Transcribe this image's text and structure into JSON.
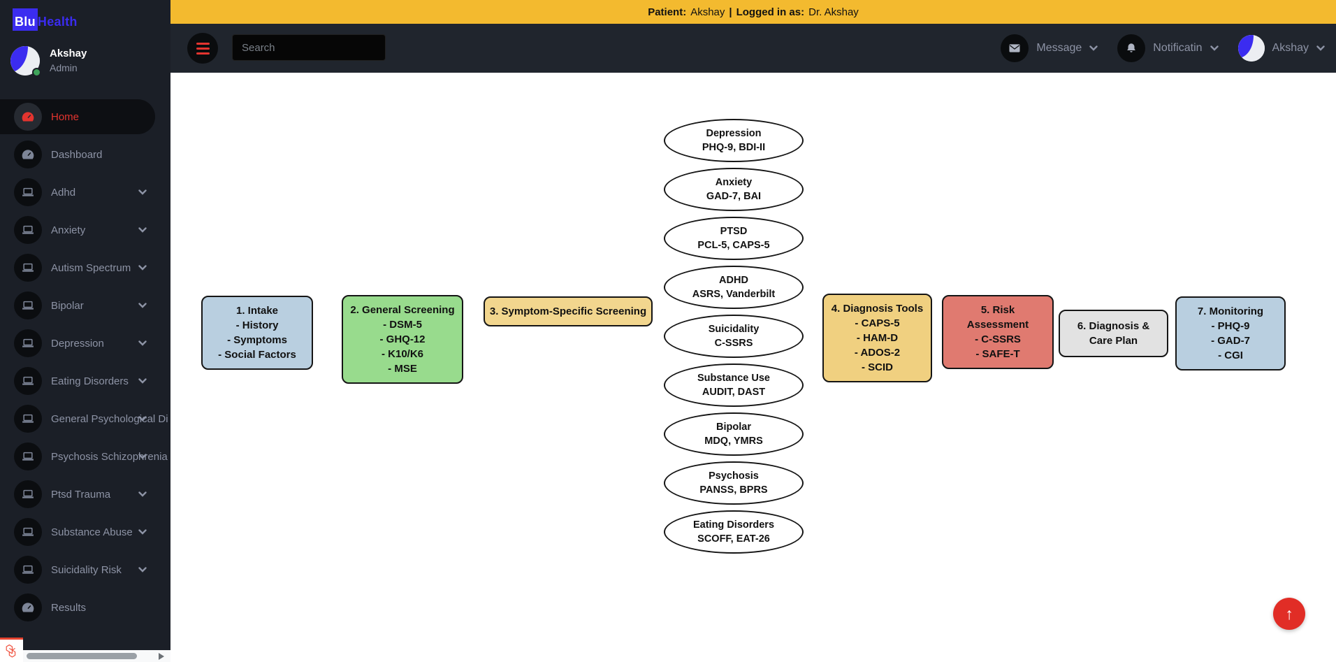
{
  "brand": {
    "name_bold": "Blu",
    "name_rest": "Health"
  },
  "topbar": {
    "patient_label": "Patient:",
    "patient_value": "Akshay",
    "divider": "|",
    "logged_in_label": "Logged in as:",
    "logged_in_value": "Dr. Akshay"
  },
  "navbar": {
    "search_placeholder": "Search",
    "message_label": "Message",
    "notification_label": "Notificatin",
    "profile_label": "Akshay"
  },
  "sidebar": {
    "user": {
      "name": "Akshay",
      "role": "Admin"
    },
    "items": [
      {
        "label": "Home",
        "icon": "speedometer",
        "active": true,
        "has_submenu": false
      },
      {
        "label": "Dashboard",
        "icon": "speedometer",
        "active": false,
        "has_submenu": false
      },
      {
        "label": "Adhd",
        "icon": "laptop",
        "active": false,
        "has_submenu": true
      },
      {
        "label": "Anxiety",
        "icon": "laptop",
        "active": false,
        "has_submenu": true
      },
      {
        "label": "Autism Spectrum",
        "icon": "laptop",
        "active": false,
        "has_submenu": true
      },
      {
        "label": "Bipolar",
        "icon": "laptop",
        "active": false,
        "has_submenu": true
      },
      {
        "label": "Depression",
        "icon": "laptop",
        "active": false,
        "has_submenu": true
      },
      {
        "label": "Eating Disorders",
        "icon": "laptop",
        "active": false,
        "has_submenu": true
      },
      {
        "label": "General Psychological Di",
        "icon": "laptop",
        "active": false,
        "has_submenu": true
      },
      {
        "label": "Psychosis Schizophrenia",
        "icon": "laptop",
        "active": false,
        "has_submenu": true
      },
      {
        "label": "Ptsd Trauma",
        "icon": "laptop",
        "active": false,
        "has_submenu": true
      },
      {
        "label": "Substance Abuse",
        "icon": "laptop",
        "active": false,
        "has_submenu": true
      },
      {
        "label": "Suicidality Risk",
        "icon": "laptop",
        "active": false,
        "has_submenu": true
      },
      {
        "label": "Results",
        "icon": "speedometer",
        "active": false,
        "has_submenu": false
      }
    ]
  },
  "flowchart": {
    "boxes": [
      {
        "id": "intake",
        "fill": "#b9cfe0",
        "lines": [
          "1. Intake",
          "- History",
          "- Symptoms",
          "- Social Factors"
        ]
      },
      {
        "id": "general-screening",
        "fill": "#98db8d",
        "lines": [
          "2. General Screening",
          "- DSM-5",
          "- GHQ-12",
          "- K10/K6",
          "- MSE"
        ]
      },
      {
        "id": "symptom-specific-screening",
        "fill": "#f2d68e",
        "lines": [
          "3. Symptom-Specific Screening"
        ]
      },
      {
        "id": "diagnosis-tools",
        "fill": "#f0d080",
        "lines": [
          "4. Diagnosis Tools",
          "- CAPS-5",
          "- HAM-D",
          "- ADOS-2",
          "- SCID"
        ]
      },
      {
        "id": "risk-assessment",
        "fill": "#e07a70",
        "lines": [
          "5. Risk",
          "Assessment",
          "- C-SSRS",
          "- SAFE-T"
        ]
      },
      {
        "id": "diagnosis-care-plan",
        "fill": "#e2e2e2",
        "lines": [
          "6. Diagnosis &",
          "Care Plan"
        ]
      },
      {
        "id": "monitoring",
        "fill": "#b9cfe0",
        "lines": [
          "7. Monitoring",
          "- PHQ-9",
          "- GAD-7",
          "- CGI"
        ]
      }
    ],
    "ellipses": [
      {
        "title": "Depression",
        "subtitle": "PHQ-9, BDI-II"
      },
      {
        "title": "Anxiety",
        "subtitle": "GAD-7, BAI"
      },
      {
        "title": "PTSD",
        "subtitle": "PCL-5, CAPS-5"
      },
      {
        "title": "ADHD",
        "subtitle": "ASRS, Vanderbilt"
      },
      {
        "title": "Suicidality",
        "subtitle": "C-SSRS"
      },
      {
        "title": "Substance Use",
        "subtitle": "AUDIT, DAST"
      },
      {
        "title": "Bipolar",
        "subtitle": "MDQ, YMRS"
      },
      {
        "title": "Psychosis",
        "subtitle": "PANSS, BPRS"
      },
      {
        "title": "Eating Disorders",
        "subtitle": "SCOFF, EAT-26"
      }
    ]
  },
  "fab": {
    "arrow": "↑"
  },
  "colors": {
    "topbar_yellow": "#f3ba2f",
    "accent_red": "#e3342f",
    "brand_blue": "#3b2cf0",
    "fab_red": "#e12d26",
    "sidebar_bg": "#1b1f27",
    "navbar_bg": "#20252d"
  }
}
